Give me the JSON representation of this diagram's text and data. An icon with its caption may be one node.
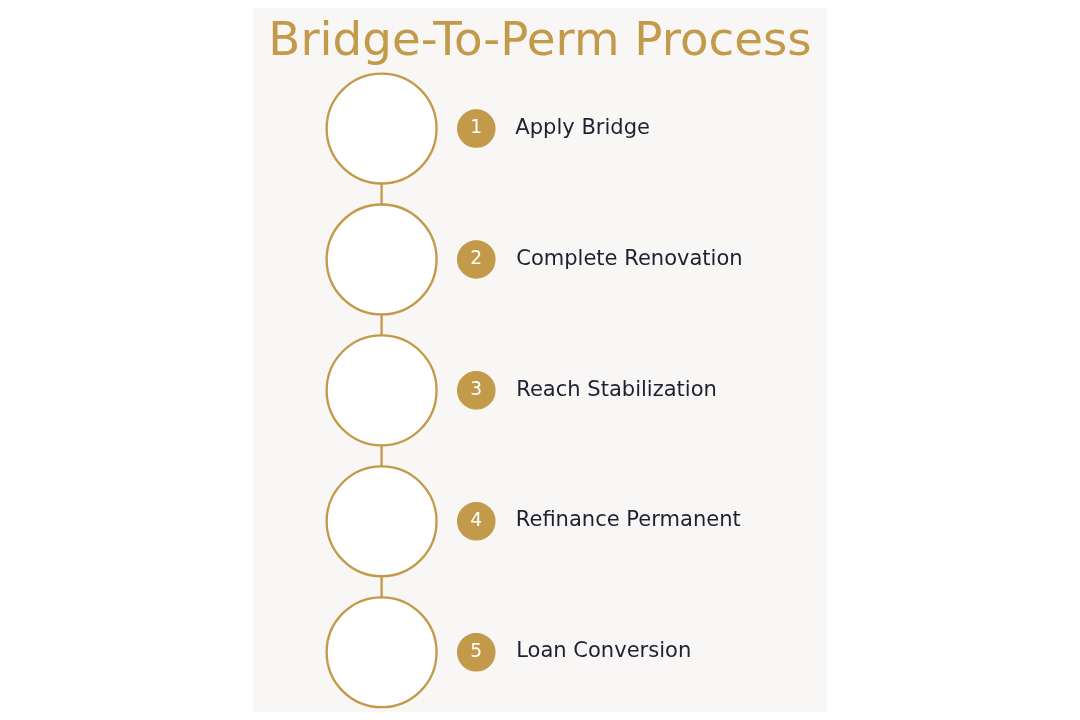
{
  "diagram": {
    "title": "Bridge-To-Perm Process",
    "nodes": [
      {
        "text": [],
        "shape": "circle"
      },
      {
        "text": [],
        "shape": "circle"
      },
      {
        "text": [],
        "shape": "circle"
      },
      {
        "text": [],
        "shape": "circle"
      },
      {
        "text": [],
        "shape": "circle"
      },
      {
        "text": [
          "1"
        ],
        "beside": [
          "Apply Bridge"
        ]
      },
      {
        "text": [
          "2"
        ],
        "beside": [
          "Complete Renovation"
        ]
      },
      {
        "text": [
          "3"
        ],
        "beside": [
          "Reach Stabilization"
        ]
      },
      {
        "text": [
          "4"
        ],
        "beside": [
          "Refinance Permanent"
        ]
      },
      {
        "text": [
          "5"
        ],
        "beside": [
          "Loan Conversion"
        ]
      }
    ],
    "edges": [
      {
        "from": 0,
        "to": 1,
        "arrow": "none"
      },
      {
        "from": 1,
        "to": 2,
        "arrow": "none"
      },
      {
        "from": 2,
        "to": 3,
        "arrow": "none"
      },
      {
        "from": 3,
        "to": 4,
        "arrow": "none"
      }
    ]
  }
}
